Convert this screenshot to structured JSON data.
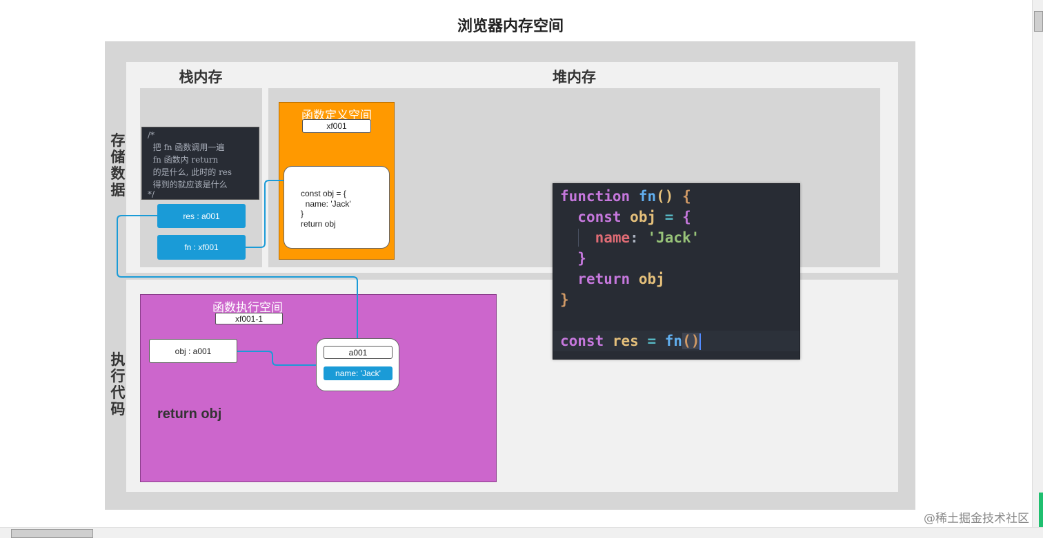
{
  "title": "浏览器内存空间",
  "stack_title": "栈内存",
  "heap_title": "堆内存",
  "store_label": [
    "存",
    "储",
    "数",
    "据"
  ],
  "exec_label": [
    "执",
    "行",
    "代",
    "码"
  ],
  "comment": [
    "/*",
    "  把 fn 函数调用一遍",
    "  fn 函数内 return",
    "  的是什么, 此时的 res",
    "  得到的就应该是什么",
    "*/"
  ],
  "stack_items": {
    "res": "res : a001",
    "fn": "fn : xf001"
  },
  "func_def": {
    "title": "函数定义空间",
    "address": "xf001",
    "code": [
      "const obj = {",
      "  name: 'Jack'",
      "}",
      "return obj"
    ]
  },
  "func_exec": {
    "title": "函数执行空间",
    "address": "xf001-1",
    "obj_var": "obj : a001",
    "return_text": "return obj",
    "object_address": "a001",
    "object_prop": "name: 'Jack'"
  },
  "code_editor": {
    "line1": {
      "kw": "function",
      "name": "fn",
      "paren": "()",
      "brace": "{"
    },
    "line2": {
      "kw": "const",
      "name": "obj",
      "eq": "=",
      "brace": "{"
    },
    "line3": {
      "prop": "name",
      "colon": ":",
      "str": "'Jack'"
    },
    "line4": {
      "brace": "}"
    },
    "line5": {
      "kw": "return",
      "name": "obj"
    },
    "line6": {
      "brace": "}"
    },
    "line8": {
      "kw": "const",
      "name": "res",
      "eq": "=",
      "fn": "fn",
      "paren": "()"
    }
  },
  "watermark": "@稀土掘金技术社区",
  "colors": {
    "accent_blue": "#1a9bd7",
    "orange": "#ff9900",
    "magenta": "#cc66cc",
    "line_blue": "#1a9bd7"
  }
}
